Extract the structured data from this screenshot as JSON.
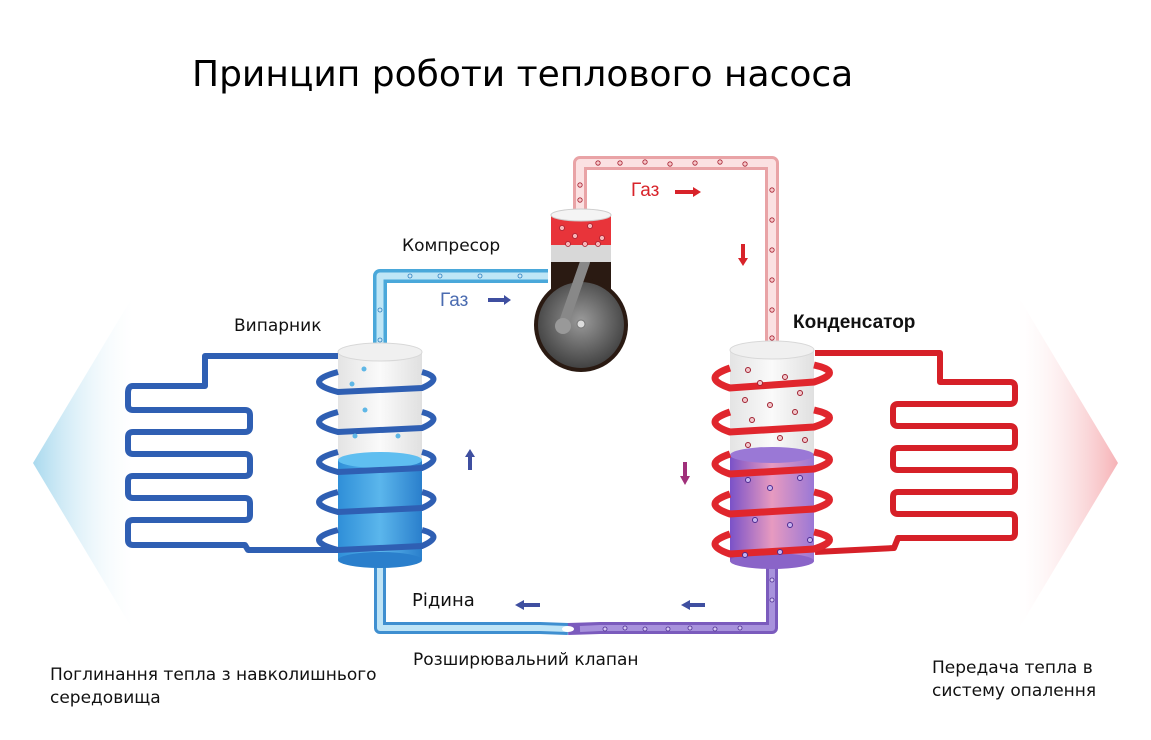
{
  "title": "Принцип роботи теплового насоса",
  "labels": {
    "compressor": "Компресор",
    "evaporator": "Випарник",
    "condenser": "Конденсатор",
    "liquid": "Рідина",
    "expansion_valve": "Розширювальний клапан",
    "gas_hot": "Газ",
    "gas_cold": "Газ",
    "left_caption": "Поглинання тепла з навколишнього середовища",
    "right_caption": "Передача тепла в систему опалення"
  },
  "colors": {
    "cold_blue": "#2f5fb3",
    "cold_light": "#7fc4e6",
    "hot_red": "#e0262d",
    "hot_light": "#f4b6b8",
    "mixed_purple": "#7b5bbd",
    "arrow_blue": "#3f4fa0",
    "arrow_red": "#d8232a"
  },
  "icons": [
    "left-heat-arrow-icon",
    "right-heat-arrow-icon",
    "compressor-icon",
    "evaporator-icon",
    "condenser-icon",
    "flow-arrow-icon"
  ]
}
